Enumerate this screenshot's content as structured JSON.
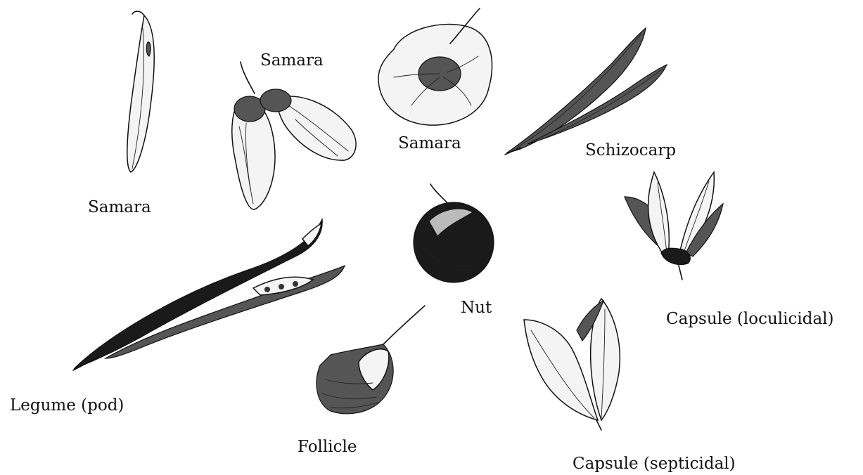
{
  "labels": {
    "samara_pod": "Samara",
    "samara_maple": "Samara",
    "samara_elm": "Samara",
    "schizocarp": "Schizocarp",
    "nut": "Nut",
    "capsule_loculicidal": "Capsule (loculicidal)",
    "legume": "Legume (pod)",
    "follicle": "Follicle",
    "capsule_septicidal": "Capsule (septicidal)"
  }
}
